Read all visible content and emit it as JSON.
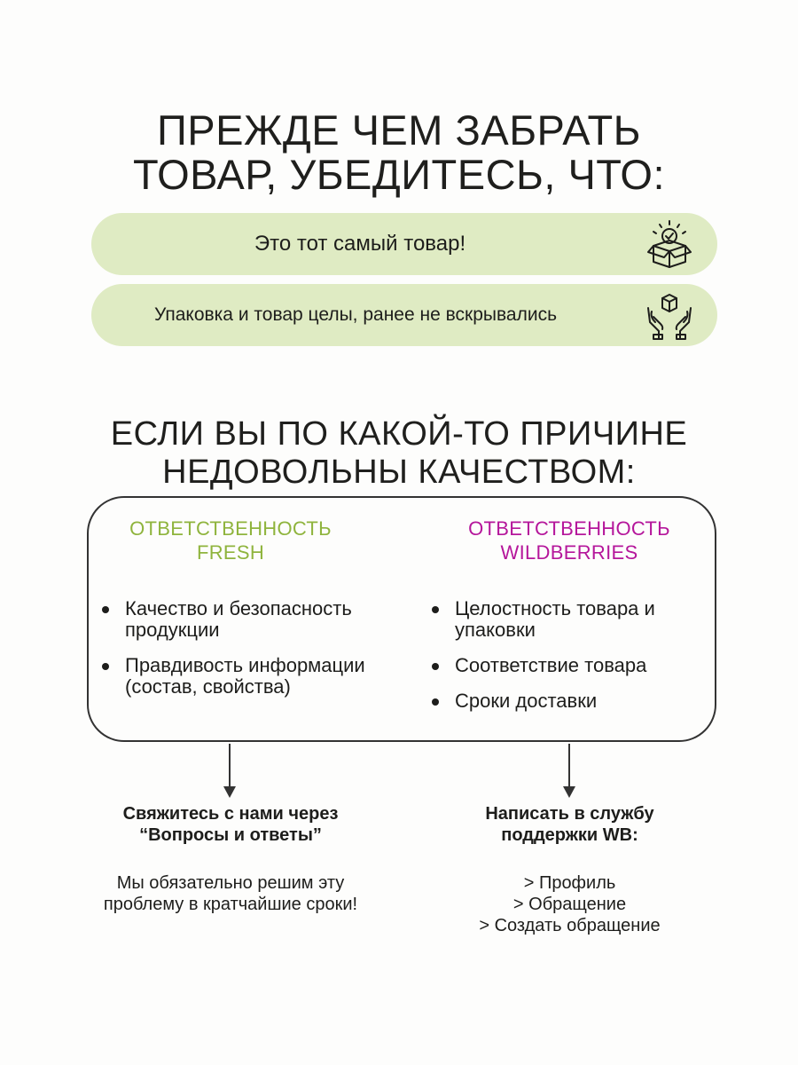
{
  "heading_top": {
    "line1": "ПРЕЖДЕ ЧЕМ ЗАБРАТЬ",
    "line2": "ТОВАР, УБЕДИТЕСЬ, ЧТО:"
  },
  "checks": [
    {
      "text": "Это тот самый товар!",
      "icon": "box-check-icon"
    },
    {
      "text": "Упаковка и товар целы, ранее не вскрывались",
      "icon": "hands-box-icon"
    }
  ],
  "heading_mid": {
    "line1": "ЕСЛИ ВЫ ПО КАКОЙ-ТО ПРИЧИНЕ",
    "line2": "НЕДОВОЛЬНЫ КАЧЕСТВОМ:"
  },
  "fresh": {
    "title_line1": "ОТВЕТСТВЕННОСТЬ",
    "title_line2": "FRESH",
    "color": "#8fb43d",
    "items": [
      "Качество и безопасность продукции",
      "Правдивость информации (состав, свойства)"
    ]
  },
  "wildberries": {
    "title_line1": "ОТВЕТСТВЕННОСТЬ",
    "title_line2": "WILDBERRIES",
    "color": "#b5169b",
    "items": [
      "Целостность товара и упаковки",
      "Соответствие товара",
      "Сроки доставки"
    ]
  },
  "left_block": {
    "bold_line1": "Свяжитесь с нами через",
    "bold_line2": "“Вопросы и ответы”",
    "text_line1": "Мы обязательно решим эту",
    "text_line2": "проблему в кратчайшие сроки!"
  },
  "right_block": {
    "bold_line1": "Написать в службу",
    "bold_line2": "поддержки WB:",
    "steps": [
      "> Профиль",
      "> Обращение",
      "> Создать обращение"
    ]
  },
  "colors": {
    "pill_bg": "#dfebc3",
    "text": "#1d1d1b"
  }
}
